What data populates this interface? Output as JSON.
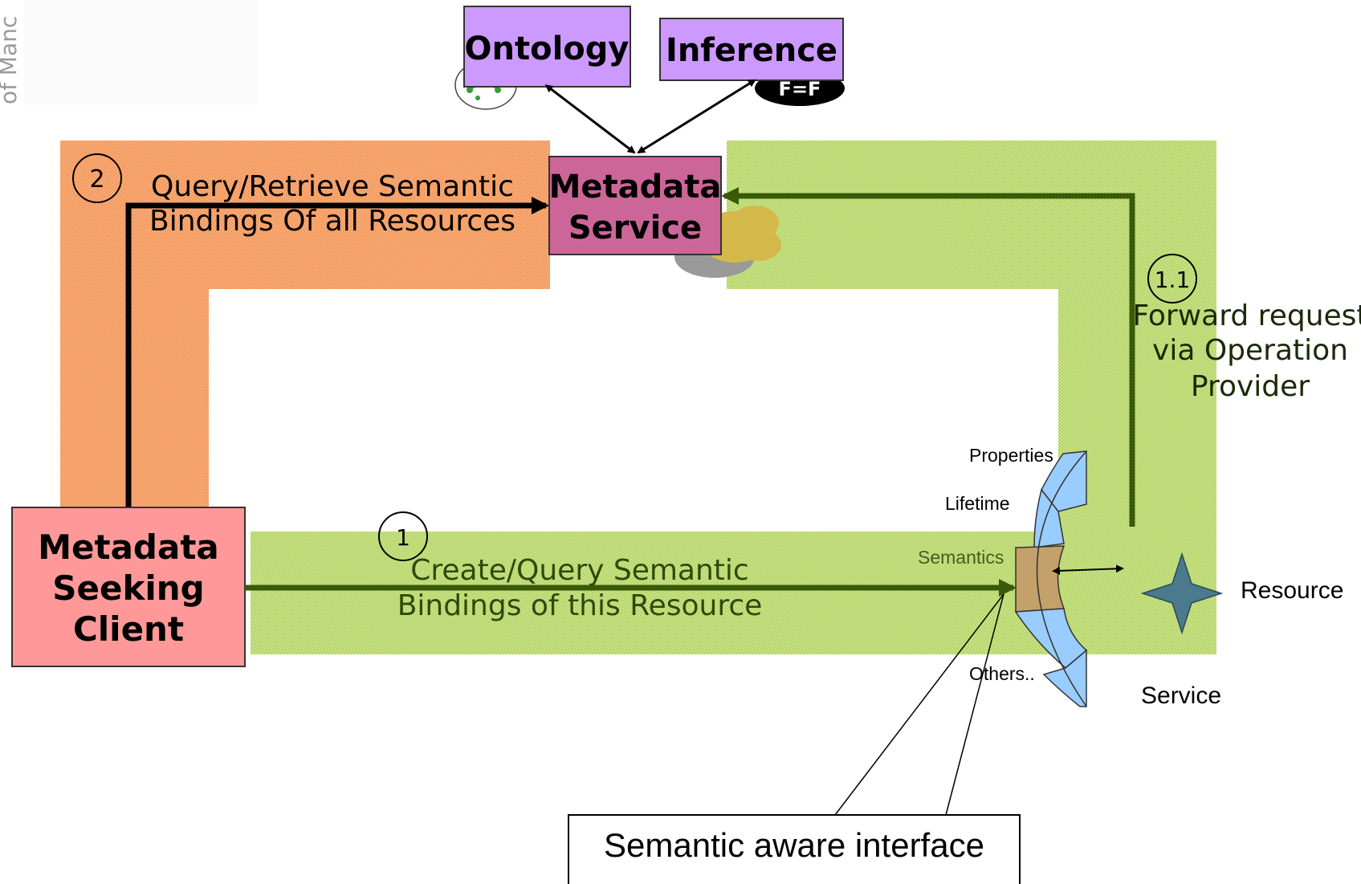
{
  "corner_text": "of Manc",
  "boxes": {
    "ontology": "Ontology",
    "inference": "Inference",
    "metadata_service": [
      "Metadata",
      "Service"
    ],
    "client": [
      "Metadata",
      "Seeking",
      "Client"
    ],
    "callout": "Semantic aware interface"
  },
  "steps": {
    "step2": {
      "number": "2",
      "lines": [
        "Query/Retrieve Semantic",
        "Bindings Of all Resources"
      ]
    },
    "step1": {
      "number": "1",
      "lines": [
        "Create/Query Semantic",
        "Bindings of this Resource"
      ]
    },
    "step11": {
      "number": "1.1",
      "lines": [
        "Forward request",
        "via Operation",
        "Provider"
      ]
    }
  },
  "interface_segments": [
    "Properties",
    "Lifetime",
    "Semantics",
    "Others.."
  ],
  "labels": {
    "resource": "Resource",
    "service": "Service",
    "inference_logo": "F=F"
  },
  "colors": {
    "orange_region": "#f7a46f",
    "green_region": "#c6e07a",
    "purple_box": "#cc99ff",
    "metadata_service_box": "#cc6699",
    "client_box": "#ff9999",
    "interface_blue": "#99ccff",
    "interface_tan": "#c4a06a",
    "resource_star": "#4a7a8c",
    "dark_green_arrow": "#3a5a0a"
  }
}
